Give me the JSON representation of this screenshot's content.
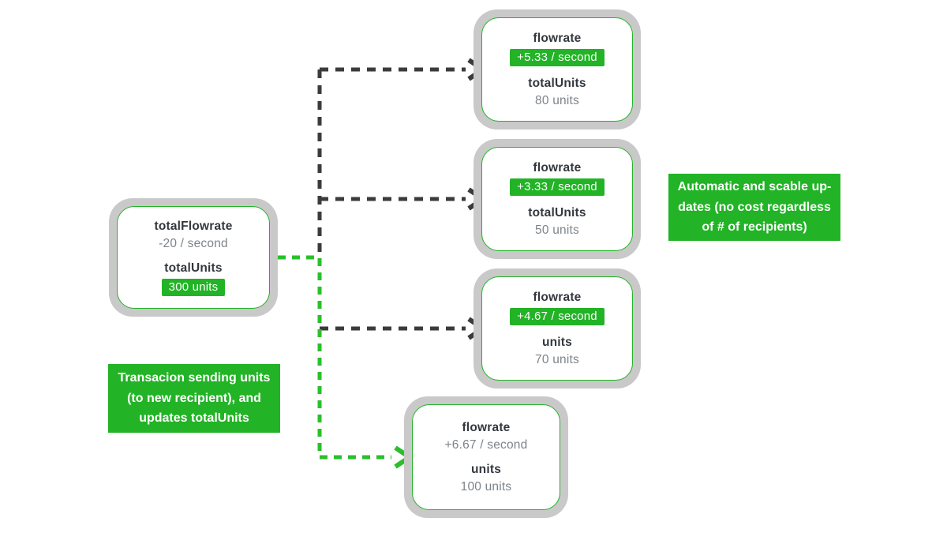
{
  "colors": {
    "green": "#22b326",
    "green_line": "#2bbf2b",
    "dash_dark": "#3b3b3b",
    "dark": "#33383e",
    "gray_text": "#7e8489",
    "card_gray": "#c9c9c9",
    "background": "#ffffff"
  },
  "sender_card": {
    "rows": [
      {
        "label": "totalFlowrate",
        "value": "-20 / second",
        "value_style": "plain"
      },
      {
        "label": "totalUnits",
        "value": "300 units",
        "value_style": "badge"
      }
    ]
  },
  "recipient_cards": [
    {
      "rows": [
        {
          "label": "flowrate",
          "value": "+5.33 / second",
          "value_style": "badge"
        },
        {
          "label": "totalUnits",
          "value": "80 units",
          "value_style": "plain"
        }
      ]
    },
    {
      "rows": [
        {
          "label": "flowrate",
          "value": "+3.33 / second",
          "value_style": "badge"
        },
        {
          "label": "totalUnits",
          "value": "50 units",
          "value_style": "plain"
        }
      ]
    },
    {
      "rows": [
        {
          "label": "flowrate",
          "value": "+4.67 / second",
          "value_style": "badge"
        },
        {
          "label": "units",
          "value": "70 units",
          "value_style": "plain"
        }
      ]
    },
    {
      "rows": [
        {
          "label": "flowrate",
          "value": "+6.67 / second",
          "value_style": "plain"
        },
        {
          "label": "units",
          "value": "100 units",
          "value_style": "plain"
        }
      ]
    }
  ],
  "annotation_right": {
    "lines": [
      "Automatic and scable up-",
      "dates (no cost regardless",
      "of # of recipients)"
    ]
  },
  "annotation_left": {
    "line1": "Transacion sending units",
    "line2": "(to new recipient), and",
    "line3_prefix": "updates ",
    "line3_bold": "totalUnits"
  }
}
